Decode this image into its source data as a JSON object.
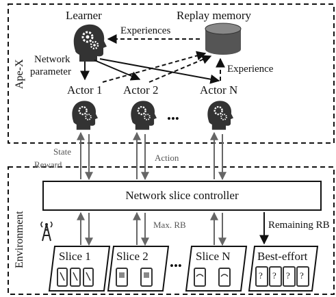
{
  "sections": {
    "apex": "Ape-X",
    "environment": "Environment"
  },
  "nodes": {
    "learner": "Learner",
    "replay_memory": "Replay memory",
    "actor1": "Actor 1",
    "actor2": "Actor 2",
    "actorN": "Actor N",
    "ellipsis": "•••"
  },
  "edges": {
    "experiences": "Experiences",
    "network_parameter_1": "Network",
    "network_parameter_2": "parameter",
    "experience": "Experience",
    "state": "State",
    "reward": "Reward",
    "action": "Action",
    "max_rb": "Max. RB",
    "remaining_rb": "Remaining RB"
  },
  "controller": "Network slice controller",
  "slices": {
    "slice1": "Slice 1",
    "slice2": "Slice 2",
    "sliceN": "Slice N",
    "best_effort": "Best-effort"
  }
}
